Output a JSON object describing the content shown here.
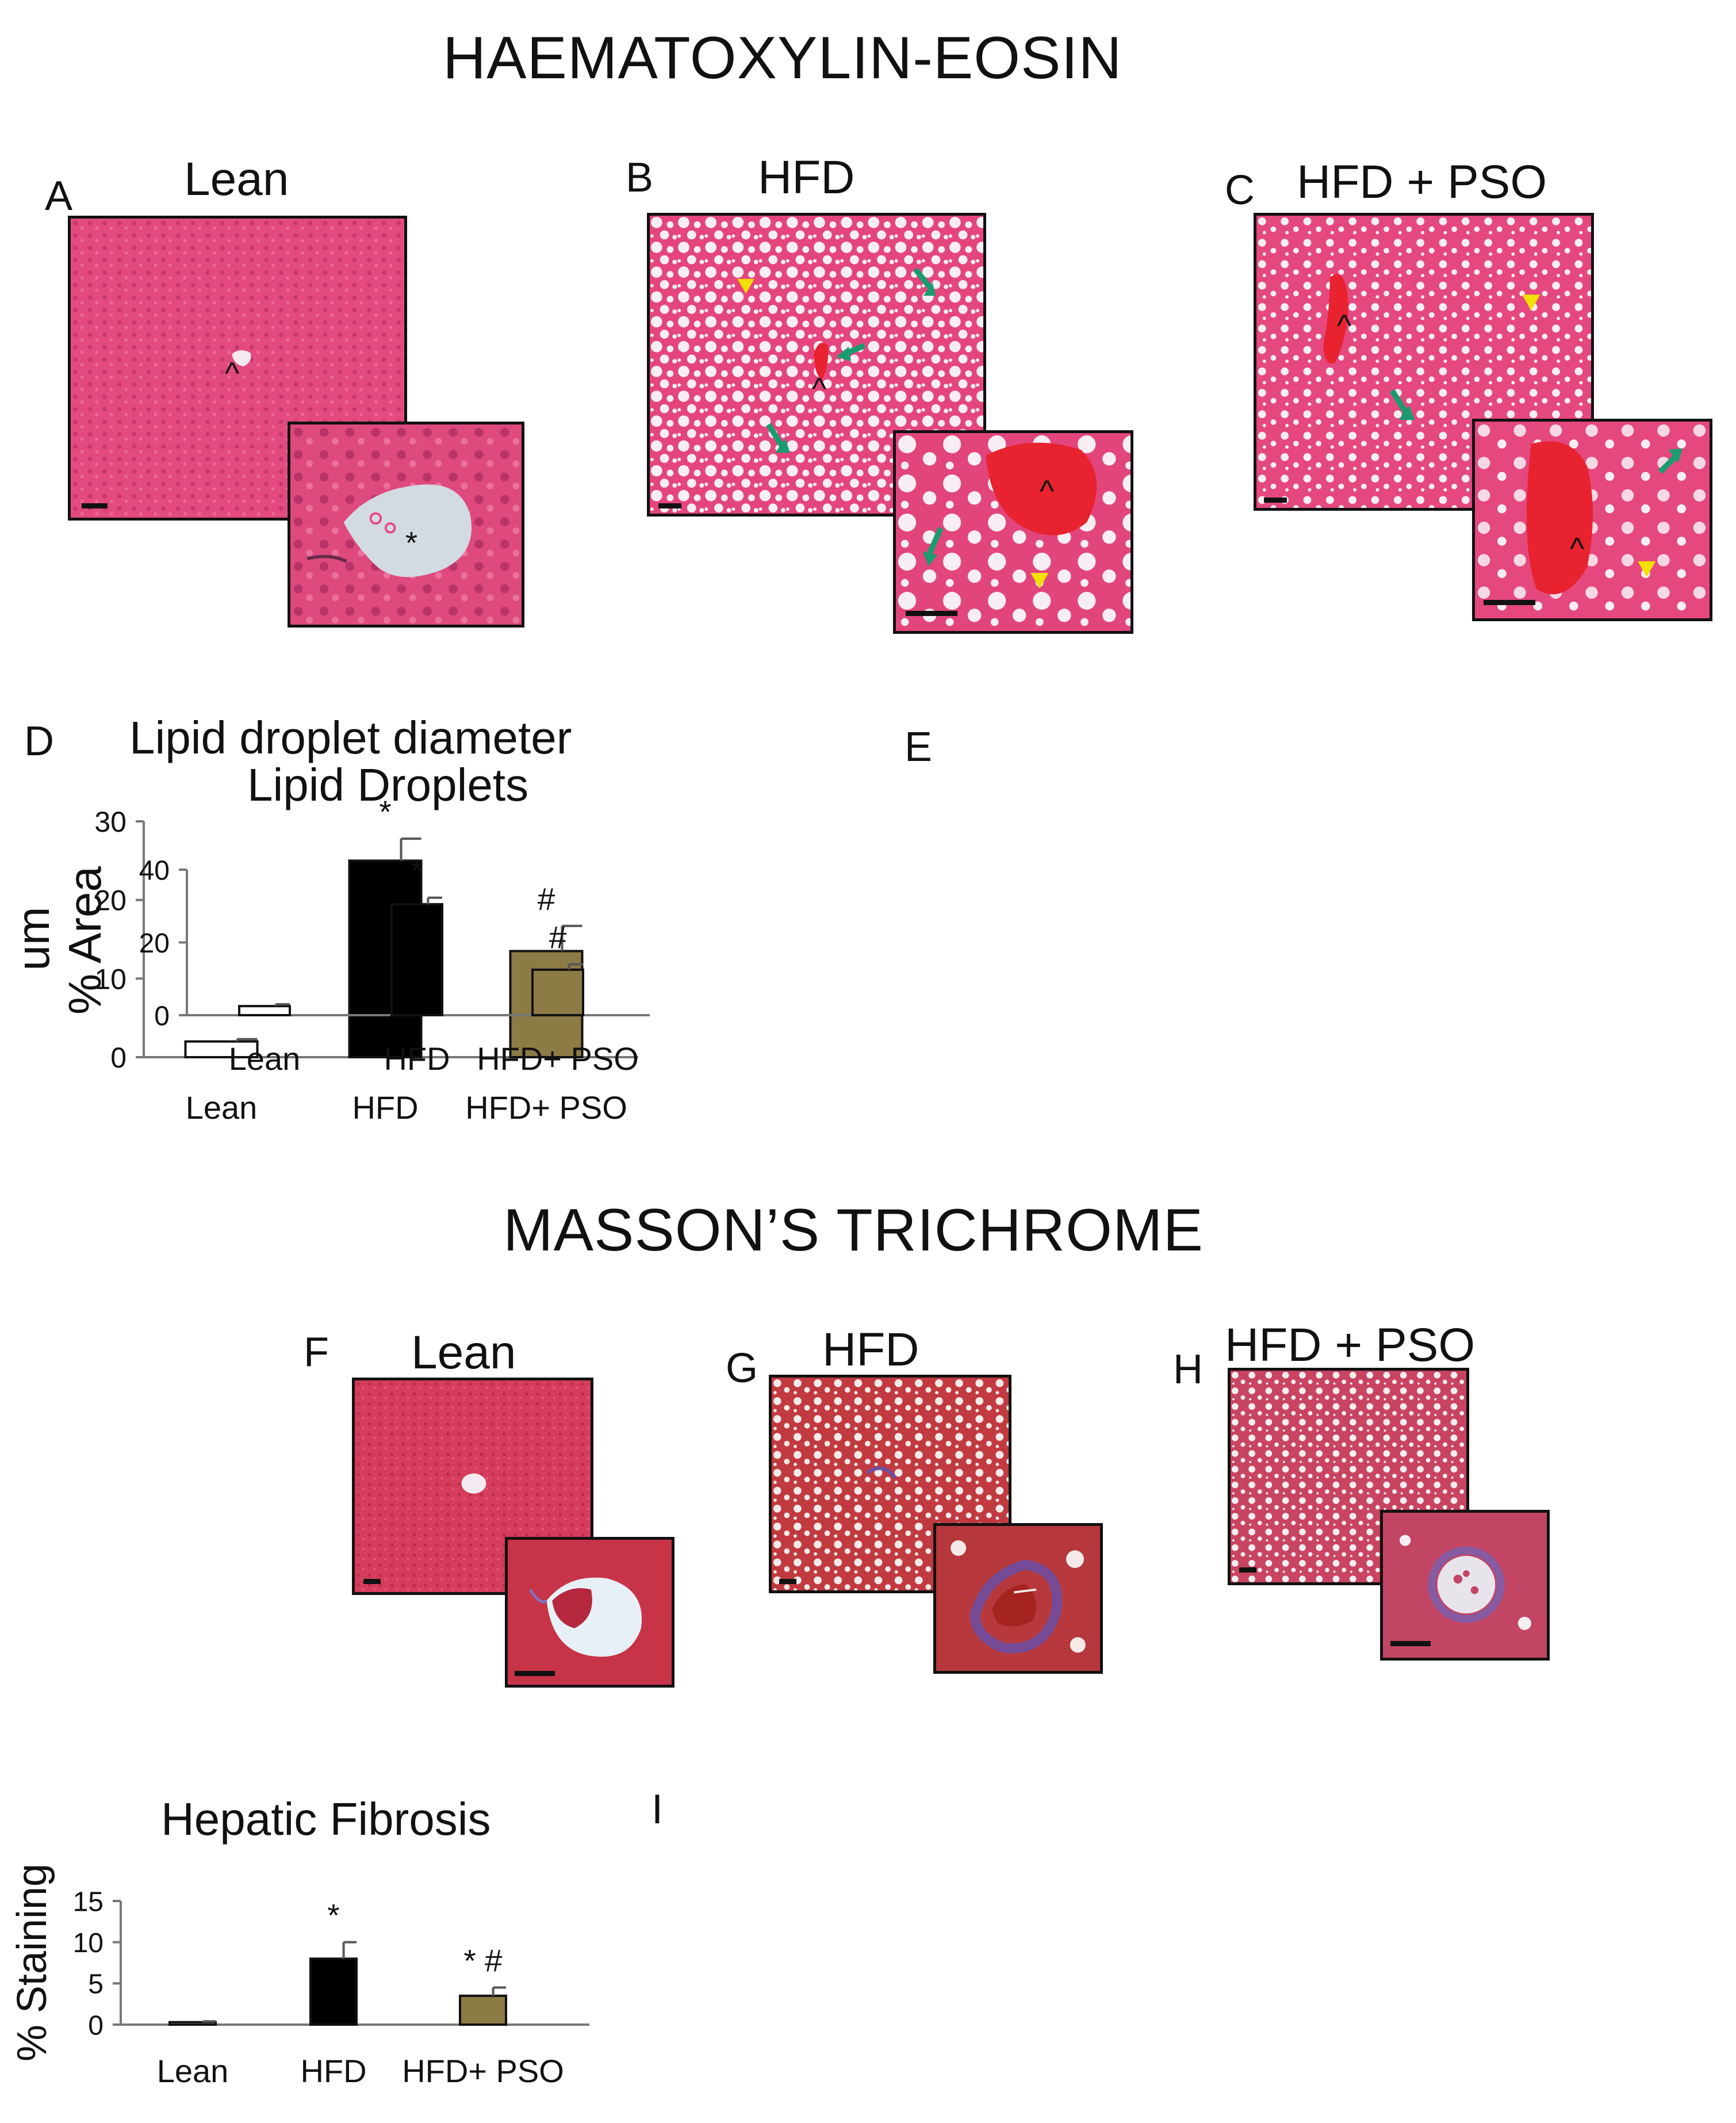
{
  "titles": {
    "he": "HAEMATOXYLIN-EOSIN",
    "masson": "MASSON’S TRICHROME"
  },
  "he_panels": [
    {
      "letter": "A",
      "label": "Lean",
      "marks": [
        "^",
        "*"
      ]
    },
    {
      "letter": "B",
      "label": "HFD",
      "marks": [
        "^",
        "^"
      ]
    },
    {
      "letter": "C",
      "label": "HFD + PSO",
      "marks": [
        "^",
        "^"
      ]
    }
  ],
  "mt_panels": [
    {
      "letter": "F",
      "label": "Lean"
    },
    {
      "letter": "G",
      "label": "HFD"
    },
    {
      "letter": "H",
      "label": "HFD + PSO"
    }
  ],
  "colors": {
    "he_tissue": "#e8497f",
    "he_tissue_light": "#f4a6c2",
    "vessel_blood": "#e8232f",
    "droplet": "#f5eef2",
    "mt_tissue": "#c8384a",
    "mt_lean": "#d63c5c",
    "collagen": "#6a4fa8",
    "arrow_green": "#1a9c6e",
    "arrow_yellow": "#f2e000",
    "bar_lean": "#ffffff",
    "bar_hfd": "#000000",
    "bar_pso": "#8c7b45"
  },
  "icons": {
    "arrowhead": "yellow-arrowhead-icon",
    "arrow": "green-arrow-icon"
  },
  "chart_data": [
    {
      "id": "D",
      "panel": "D",
      "type": "bar",
      "title": "Lipid droplet diameter",
      "ylabel": "um",
      "xlabel": "",
      "categories": [
        "Lean",
        "HFD",
        "HFD+ PSO"
      ],
      "values": [
        2,
        25,
        13.5
      ],
      "errors": [
        0.3,
        2.8,
        3.2
      ],
      "annotations": [
        "",
        "*",
        "#"
      ],
      "ylim": [
        0,
        30
      ],
      "yticks": [
        0,
        10,
        20,
        30
      ],
      "grid": false
    },
    {
      "id": "E",
      "panel": "E",
      "type": "bar",
      "title": "Lipid Droplets",
      "ylabel": "% Area",
      "xlabel": "",
      "categories": [
        "Lean",
        "HFD",
        "HFD+ PSO"
      ],
      "values": [
        2.5,
        30.5,
        12.5
      ],
      "errors": [
        0.5,
        1.8,
        1.5
      ],
      "annotations": [
        "",
        "*",
        "#"
      ],
      "ylim": [
        0,
        40
      ],
      "yticks": [
        0,
        20,
        40
      ],
      "grid": false
    },
    {
      "id": "I",
      "panel": "I",
      "type": "bar",
      "title": "Hepatic Fibrosis",
      "ylabel": "% Staining",
      "xlabel": "",
      "categories": [
        "Lean",
        "HFD",
        "HFD+ PSO"
      ],
      "values": [
        0.3,
        8.0,
        3.5
      ],
      "errors": [
        0.1,
        2.0,
        1.0
      ],
      "annotations": [
        "",
        "*",
        "* #"
      ],
      "ylim": [
        0,
        15
      ],
      "yticks": [
        0,
        5,
        10,
        15
      ],
      "grid": false
    }
  ]
}
